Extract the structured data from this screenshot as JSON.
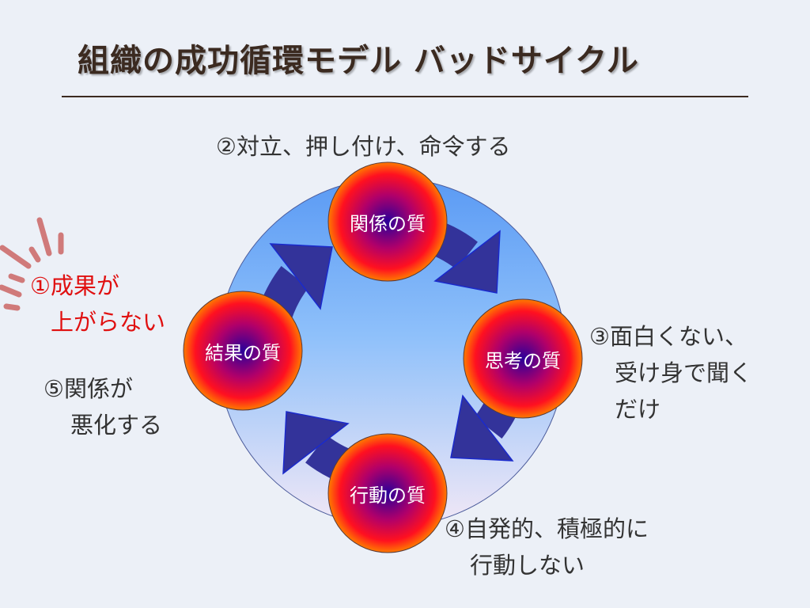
{
  "title": "組織の成功循環モデル バッドサイクル",
  "nodes": {
    "relationship": "関係の質",
    "thinking": "思考の質",
    "action": "行動の質",
    "result": "結果の質"
  },
  "labels": {
    "step1": [
      "①成果が",
      "上がらない"
    ],
    "step2": "②対立、押し付け、命令する",
    "step3": [
      "③面白くない、",
      "受け身で聞く",
      "だけ"
    ],
    "step4": [
      "④自発的、積極的に",
      "行動しない"
    ],
    "step5": [
      "⑤関係が",
      "悪化する"
    ]
  },
  "colors": {
    "arrow": "#33339a",
    "highlight": "#e01010",
    "text": "#333333"
  }
}
